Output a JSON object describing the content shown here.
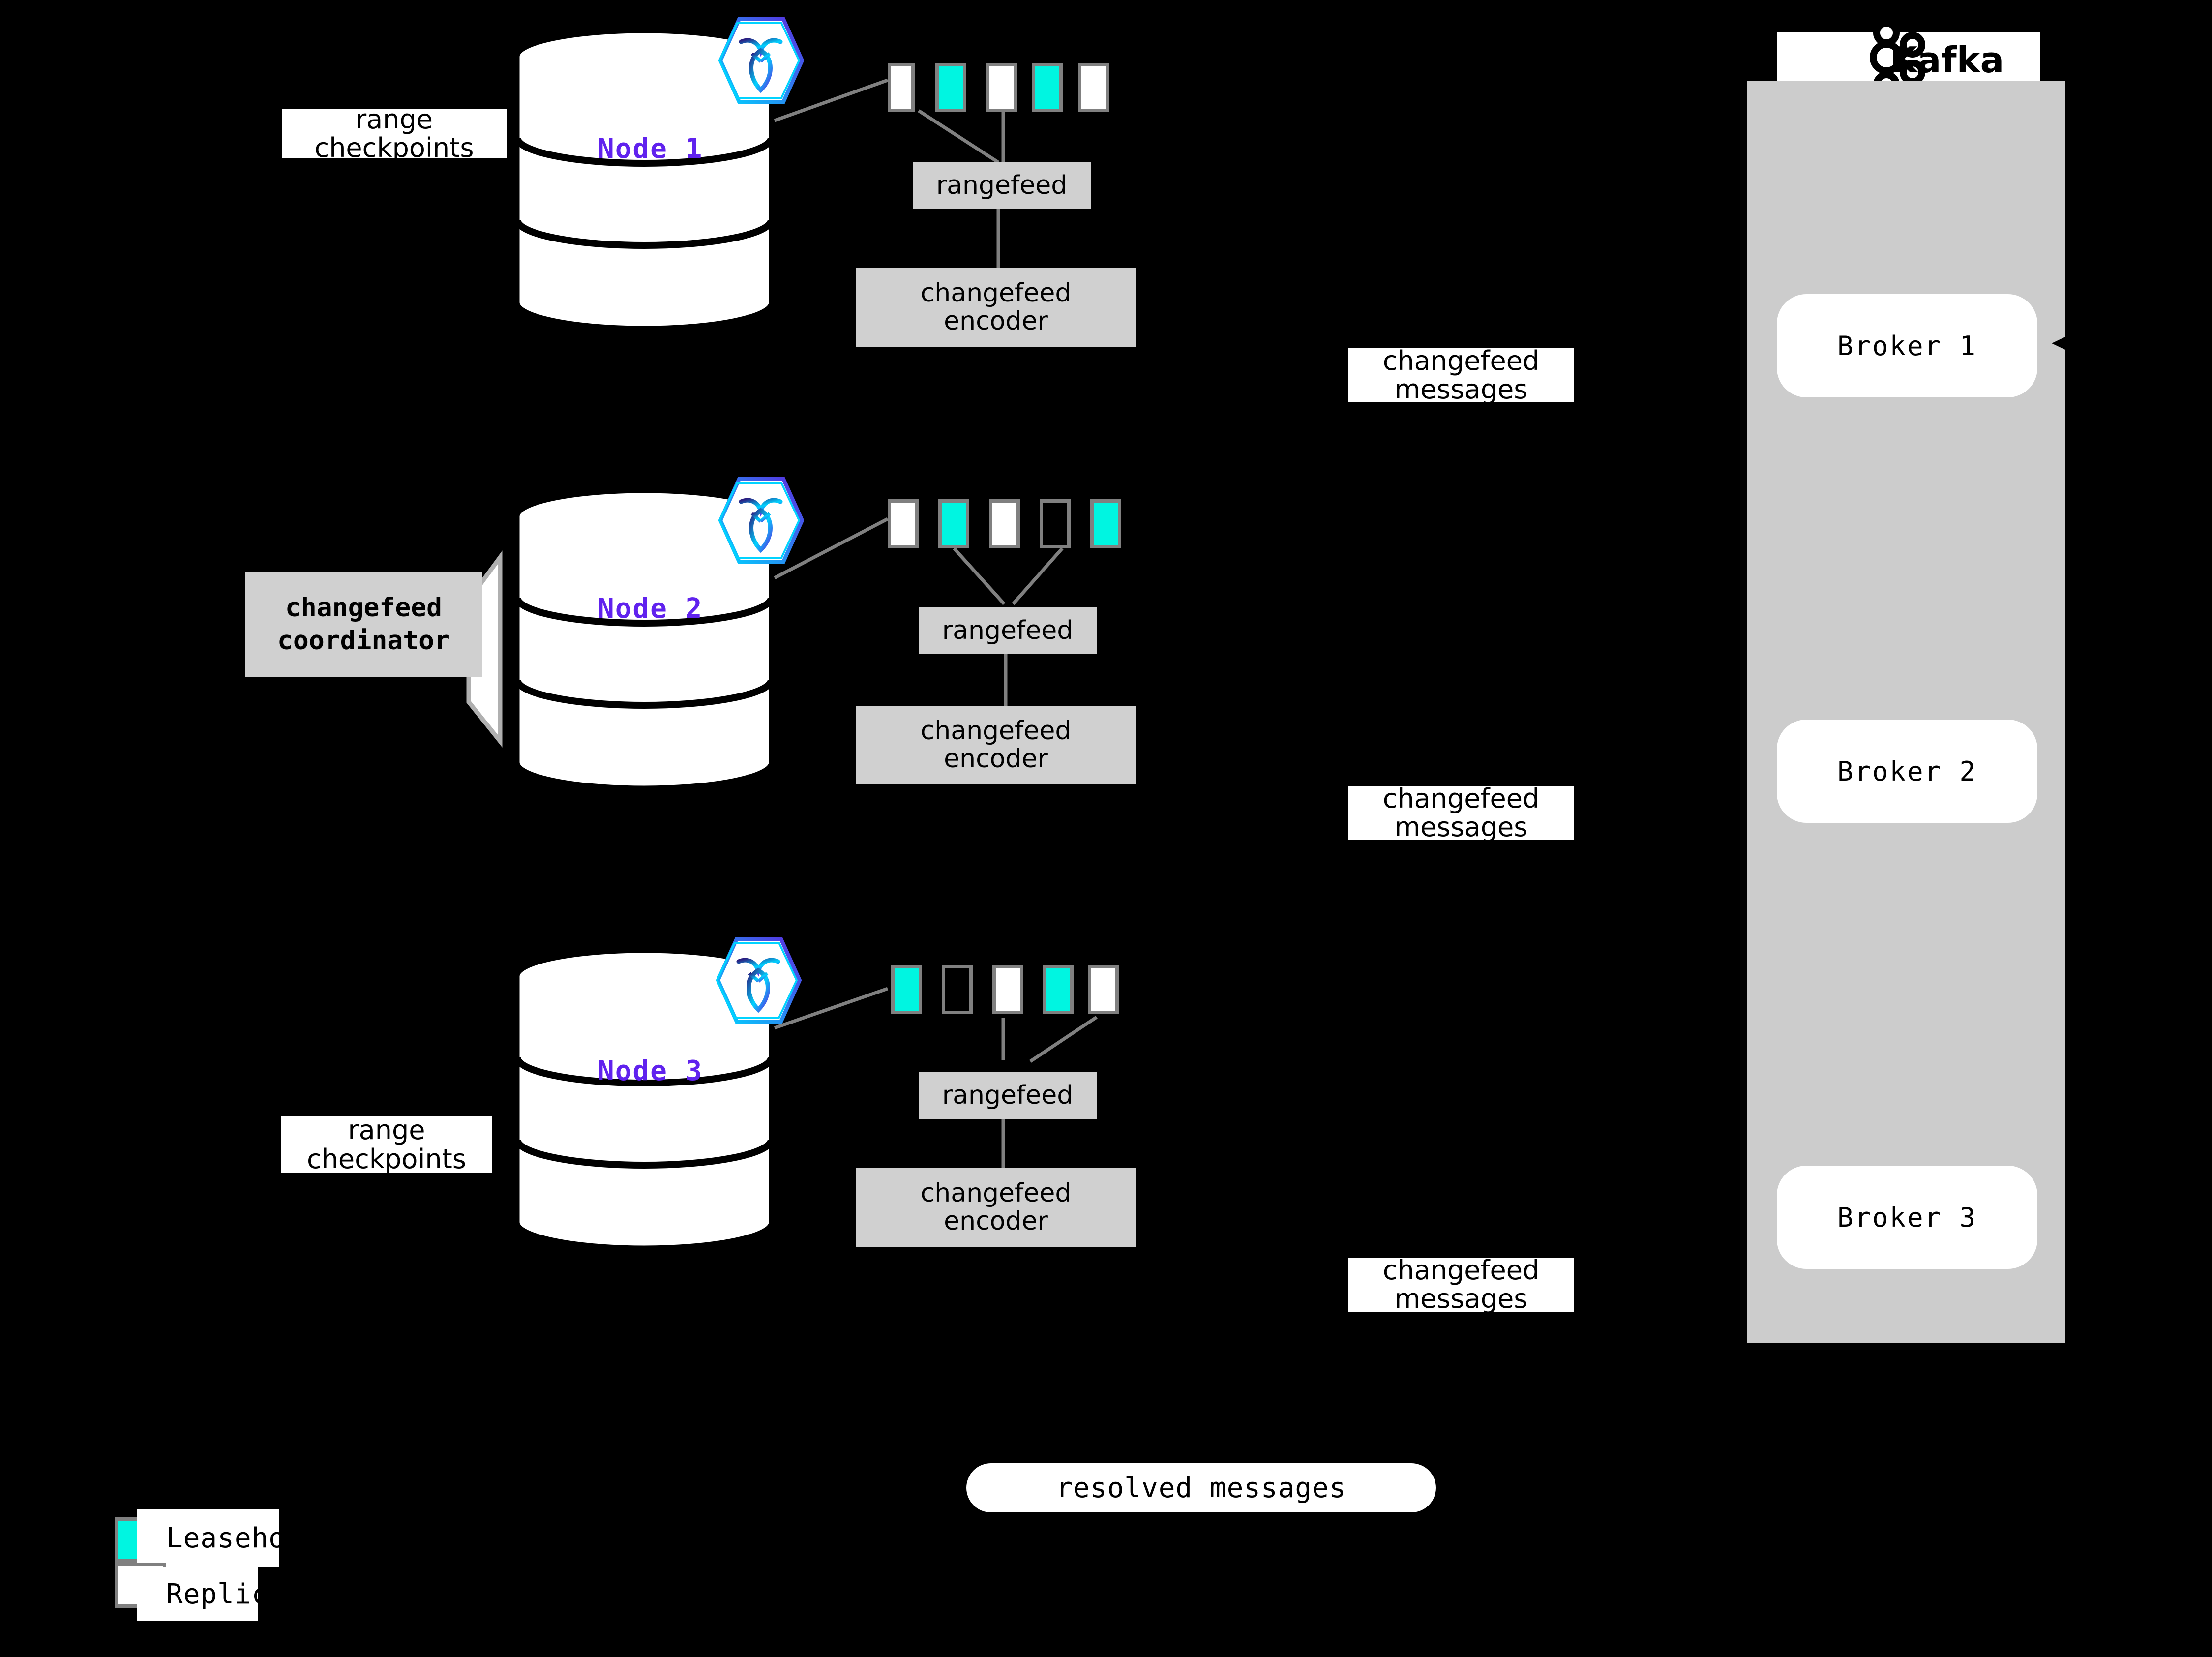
{
  "diagram": {
    "title": "CockroachDB changefeed to Kafka architecture",
    "background": "#000000",
    "colors": {
      "leaseholder": "#00f5e1",
      "replica": "#ffffff",
      "range_border": "#808080",
      "process_box": "#d0d0d0",
      "kafka_panel": "#cccccc",
      "node_label": "#6022ee",
      "connector": "#808080"
    }
  },
  "nodes": [
    {
      "label": "Node 1",
      "logo": "cockroachdb-hexagon-icon",
      "ranges": [
        "replica",
        "leaseholder",
        "replica",
        "leaseholder",
        "replica"
      ],
      "rangefeed_label": "rangefeed",
      "encoder_label": "changefeed\nencoder",
      "encoder_line1": "changefeed",
      "encoder_line2": "encoder",
      "checkpoint_label_line1": "range",
      "checkpoint_label_line2": "checkpoints",
      "has_checkpoints": true,
      "has_coordinator": false
    },
    {
      "label": "Node 2",
      "logo": "cockroachdb-hexagon-icon",
      "ranges": [
        "replica",
        "leaseholder",
        "replica",
        "empty",
        "leaseholder"
      ],
      "rangefeed_label": "rangefeed",
      "encoder_line1": "changefeed",
      "encoder_line2": "encoder",
      "has_checkpoints": false,
      "has_coordinator": true,
      "coordinator_line1": "changefeed",
      "coordinator_line2": "coordinator"
    },
    {
      "label": "Node 3",
      "logo": "cockroachdb-hexagon-icon",
      "ranges": [
        "leaseholder",
        "empty",
        "replica",
        "leaseholder",
        "replica"
      ],
      "rangefeed_label": "rangefeed",
      "encoder_line1": "changefeed",
      "encoder_line2": "encoder",
      "checkpoint_label_line1": "range",
      "checkpoint_label_line2": "checkpoints",
      "has_checkpoints": true,
      "has_coordinator": false
    }
  ],
  "messages": [
    {
      "line1": "changefeed",
      "line2": "messages"
    },
    {
      "line1": "changefeed",
      "line2": "messages"
    },
    {
      "line1": "changefeed",
      "line2": "messages"
    }
  ],
  "resolved": {
    "label": "resolved messages"
  },
  "kafka": {
    "brand": "Kafka",
    "logo": "kafka-node-graph-icon",
    "brokers": [
      {
        "label": "Broker 1"
      },
      {
        "label": "Broker 2"
      },
      {
        "label": "Broker 3"
      }
    ]
  },
  "legend": {
    "items": [
      {
        "label": "Leaseholder",
        "swatch": "leaseholder"
      },
      {
        "label": "Replica",
        "swatch": "replica"
      }
    ]
  }
}
